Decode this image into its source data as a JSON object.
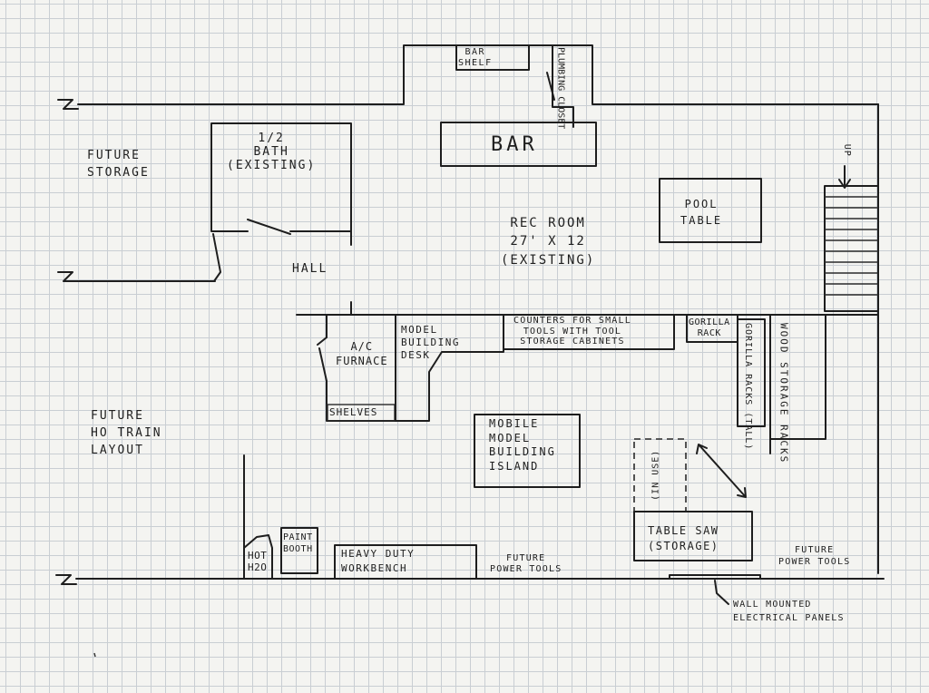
{
  "labels": {
    "bar_shelf": [
      "BAR",
      "SHELF"
    ],
    "plumbing_closet": [
      "PLUMBING",
      "CLOSET"
    ],
    "bar": "BAR",
    "half_bath": [
      "1/2",
      "BATH",
      "(EXISTING)"
    ],
    "future_storage": [
      "FUTURE",
      "STORAGE"
    ],
    "up": "UP",
    "pool_table": [
      "POOL",
      "TABLE"
    ],
    "rec_room": [
      "REC ROOM",
      "27' X 12",
      "(EXISTING)"
    ],
    "hall": "HALL",
    "ac_furnace": [
      "A/C",
      "FURNACE"
    ],
    "model_building_desk": [
      "MODEL",
      "BUILDING",
      "DESK"
    ],
    "counters": [
      "COUNTERS FOR SMALL",
      "TOOLS WITH TOOL",
      "STORAGE CABINETS"
    ],
    "gorilla_rack": [
      "GORILLA",
      "RACK"
    ],
    "gorilla_racks_tall": [
      "GORILLA RACKS",
      "(TALL)"
    ],
    "wood_storage_racks": [
      "WOOD",
      "STORAGE",
      "RACKS"
    ],
    "shelves": "SHELVES",
    "future_ho_train_layout": [
      "FUTURE",
      "HO TRAIN",
      "LAYOUT"
    ],
    "mobile_island": [
      "MOBILE",
      "MODEL",
      "BUILDING",
      "ISLAND"
    ],
    "in_use": "(IN USE)",
    "table_saw": [
      "TABLE SAW",
      "(STORAGE)"
    ],
    "hot_h2o": [
      "HOT",
      "H2O"
    ],
    "paint_booth": [
      "PAINT",
      "BOOTH"
    ],
    "heavy_duty_workbench": [
      "HEAVY DUTY",
      "WORKBENCH"
    ],
    "future_power_tools_left": [
      "FUTURE",
      "POWER TOOLS"
    ],
    "future_power_tools_right": [
      "FUTURE",
      "POWER TOOLS"
    ],
    "wall_mounted_panels": [
      "WALL MOUNTED",
      "ELECTRICAL PANELS"
    ]
  },
  "colors": {
    "ink": "#1e1e1e",
    "paper": "#f4f4f1",
    "grid": "#c9ced3"
  }
}
